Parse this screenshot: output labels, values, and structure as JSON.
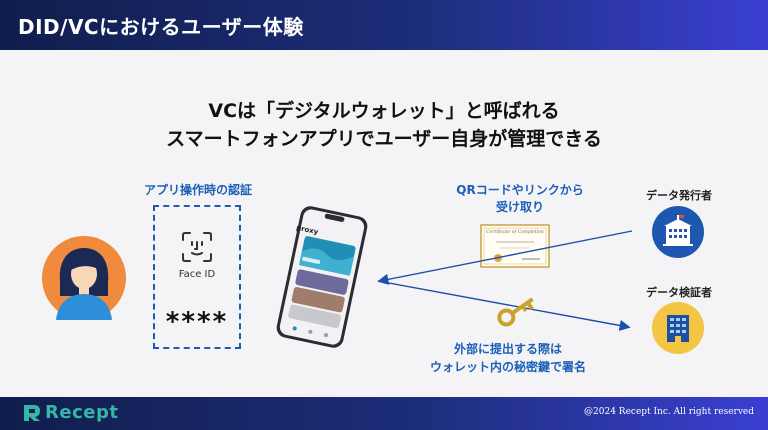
{
  "header": {
    "title": "DID/VCにおけるユーザー体験"
  },
  "headline": {
    "line1": "VCは「デジタルウォレット」と呼ばれる",
    "line2": "スマートフォンアプリでユーザー自身が管理できる"
  },
  "auth": {
    "title": "アプリ操作時の認証",
    "face_id_label": "Face ID",
    "pin": "****"
  },
  "phone": {
    "app_name": "proxy"
  },
  "receive": {
    "line1": "QRコードやリンクから",
    "line2": "受け取り"
  },
  "certificate": {
    "title": "Certificate of Completion"
  },
  "sign": {
    "line1": "外部に提出する際は",
    "line2": "ウォレット内の秘密鍵で署名"
  },
  "issuer": {
    "label": "データ発行者"
  },
  "verifier": {
    "label": "データ検証者"
  },
  "footer": {
    "brand": "Recept",
    "copyright": "@2024 Recept Inc. All right reserved"
  },
  "colors": {
    "header_start": "#101d4d",
    "header_end": "#3a3fd2",
    "accent_blue": "#1d5fb7",
    "avatar_bg": "#f08a3c",
    "issuer_bg": "#1d57b0",
    "verifier_bg": "#f4c542",
    "brand_teal": "#35b7a8"
  }
}
